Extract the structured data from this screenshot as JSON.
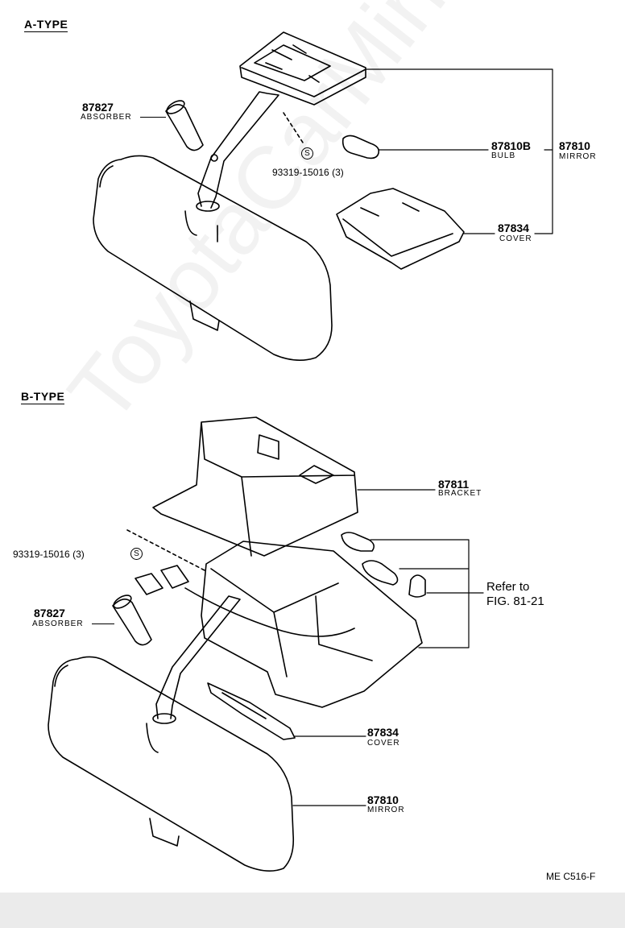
{
  "sections": {
    "a_type": "A-TYPE",
    "b_type": "B-TYPE"
  },
  "a_type": {
    "absorber": {
      "number": "87827",
      "name": "ABSORBER"
    },
    "screw": {
      "code": "93319-15016 (3)",
      "symbol": "S"
    },
    "bulb": {
      "number": "87810B",
      "name": "BULB"
    },
    "mirror": {
      "number": "87810",
      "name": "MIRROR"
    },
    "cover": {
      "number": "87834",
      "name": "COVER"
    }
  },
  "b_type": {
    "bracket": {
      "number": "87811",
      "name": "BRACKET"
    },
    "screw": {
      "code": "93319-15016 (3)",
      "symbol": "S"
    },
    "absorber": {
      "number": "87827",
      "name": "ABSORBER"
    },
    "refer": {
      "line1": "Refer to",
      "line2": "FIG. 81-21"
    },
    "cover": {
      "number": "87834",
      "name": "COVER"
    },
    "mirror": {
      "number": "87810",
      "name": "MIRROR"
    }
  },
  "footer": {
    "code": "ME  C516-F"
  },
  "watermark": {
    "text": "ToyotaCarMine.ru"
  }
}
